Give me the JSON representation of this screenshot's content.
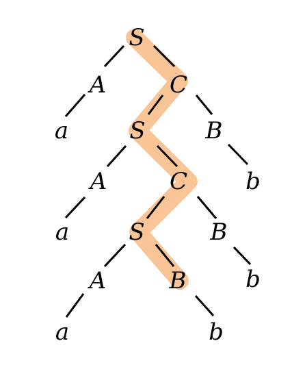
{
  "colors": {
    "highlight": "#F8C08E",
    "edge": "#000000",
    "label": "#000000",
    "background": "#FFFFFF"
  },
  "diagram": {
    "nodes": {
      "s1": "S",
      "a1": "A",
      "c1": "C",
      "la1": "a",
      "s2": "S",
      "b1": "B",
      "a2": "A",
      "c2": "C",
      "rb1": "b",
      "la2": "a",
      "s3": "S",
      "b2": "B",
      "a3": "A",
      "b3": "B",
      "rb2": "b",
      "la3": "a",
      "rb3": "b"
    },
    "highlighted_path": [
      "s1",
      "c1",
      "s2",
      "c2",
      "s3",
      "b3"
    ]
  }
}
